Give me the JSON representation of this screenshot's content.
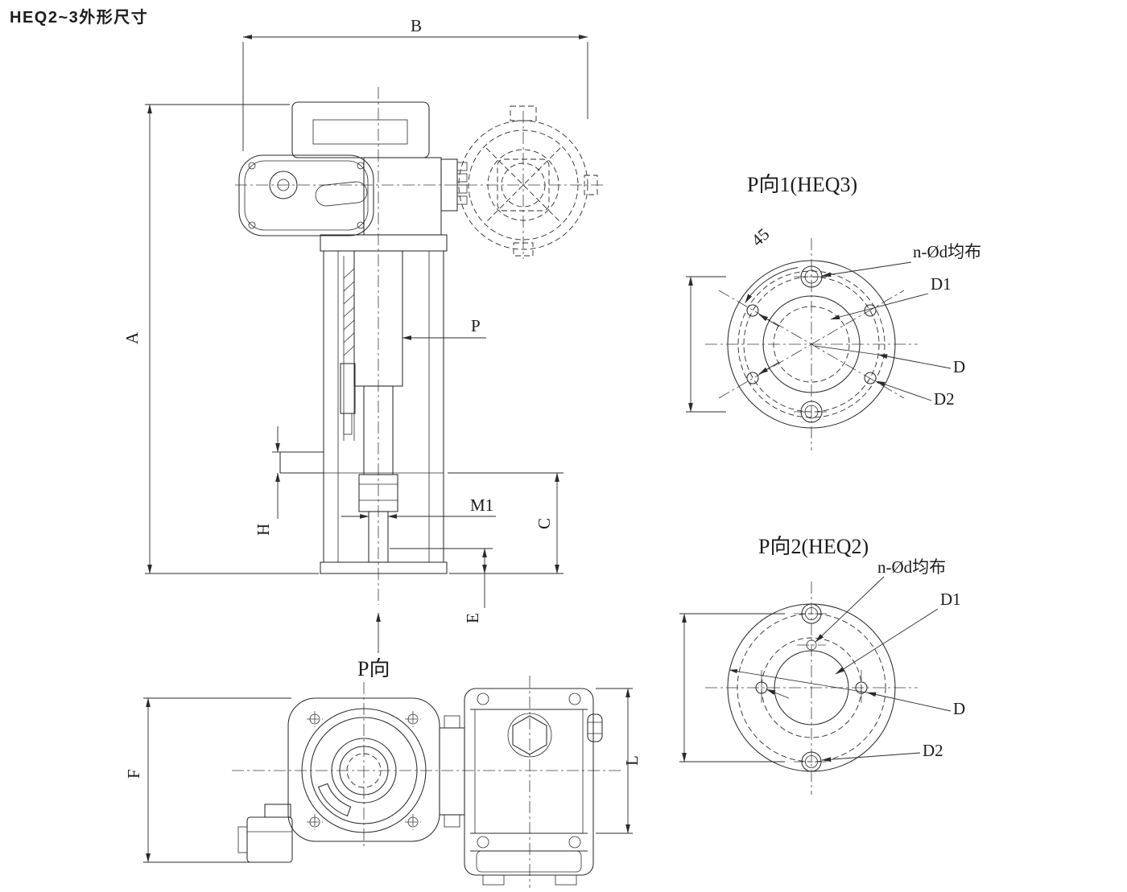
{
  "title": "HEQ2~3外形尺寸",
  "colors": {
    "line": "#2b2b2b",
    "background": "#ffffff"
  },
  "front_view": {
    "dim_B": "B",
    "dim_A": "A",
    "dim_P": "P",
    "dim_M1": "M1",
    "dim_C": "C",
    "dim_E": "E",
    "dim_H": "H",
    "p_direction": "P向"
  },
  "flange1": {
    "title": "P向1(HEQ3)",
    "angle": "45",
    "holes": "n-Ød均布",
    "dim_D1": "D1",
    "dim_D": "D",
    "dim_D2": "D2"
  },
  "flange2": {
    "title": "P向2(HEQ2)",
    "holes": "n-Ød均布",
    "dim_D1": "D1",
    "dim_D": "D",
    "dim_D2": "D2"
  },
  "bottom_view": {
    "dim_F": "F",
    "dim_L": "L"
  }
}
